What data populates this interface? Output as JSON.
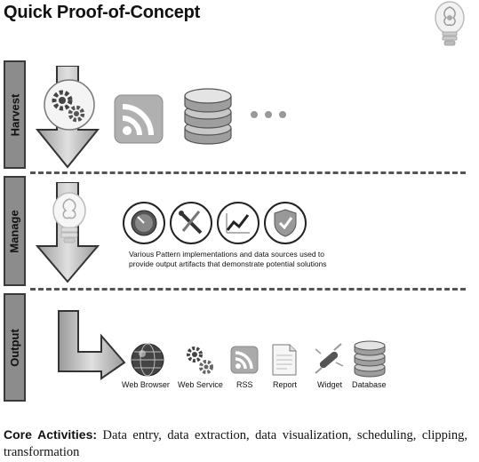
{
  "title": "Quick Proof-of-Concept",
  "stages": {
    "harvest": "Harvest",
    "manage": "Manage",
    "output": "Output"
  },
  "manage_description": "Various Pattern implementations and data sources used to provide output artifacts that demonstrate potential solutions",
  "outputs": [
    {
      "label": "Web Browser",
      "icon": "globe-icon"
    },
    {
      "label": "Web Service",
      "icon": "gears-icon"
    },
    {
      "label": "RSS",
      "icon": "rss-icon"
    },
    {
      "label": "Report",
      "icon": "document-icon"
    },
    {
      "label": "Widget",
      "icon": "swiss-knife-icon"
    },
    {
      "label": "Database",
      "icon": "database-icon"
    }
  ],
  "core": {
    "label": "Core Activities:",
    "text": "Data entry, data extraction, data visualization, scheduling, clipping, transformation"
  }
}
